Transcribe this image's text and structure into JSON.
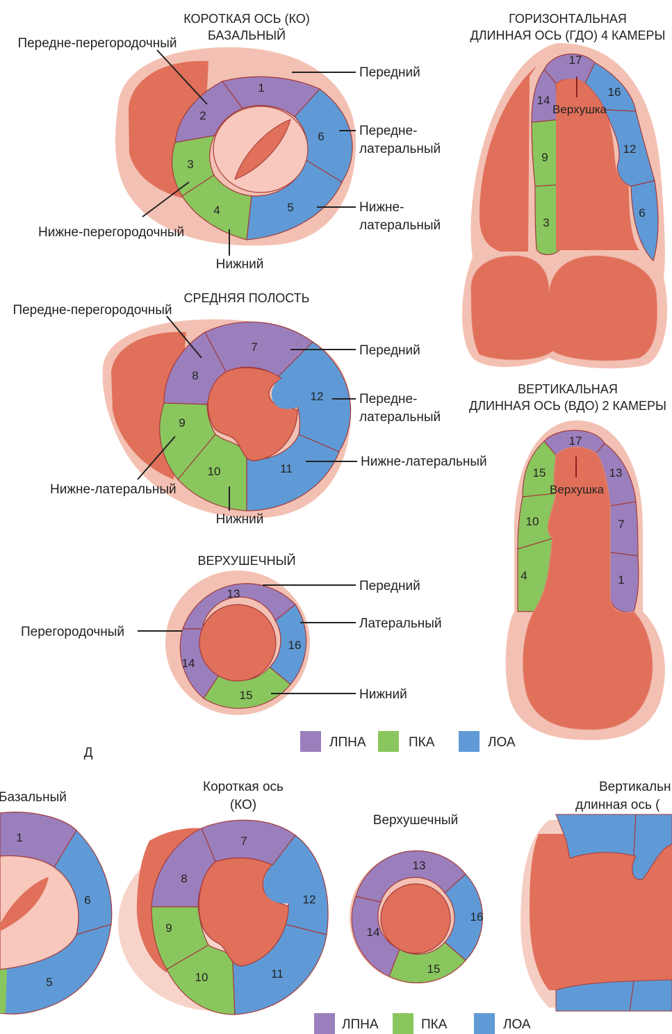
{
  "colors": {
    "lpna": "#9b7fbd",
    "pka": "#8ac65e",
    "loa": "#5f9ad6",
    "myocardium": "#e0705a",
    "pericardium": "#f3c1b3",
    "inner_light": "#f7c8bb",
    "border": "#a33a3a"
  },
  "top": {
    "basal": {
      "title_1": "КОРОТКАЯ ОСЬ (КО)",
      "title_2": "БАЗАЛЬНЫЙ",
      "label_anteroseptal": "Передне-перегородочный",
      "label_anterior": "Передний",
      "label_anterolateral_1": "Передне-",
      "label_anterolateral_2": "латеральный",
      "label_inferolateral_1": "Нижне-",
      "label_inferolateral_2": "латеральный",
      "label_inferoseptal": "Нижне-перегородочный",
      "label_inferior": "Нижний",
      "segments": [
        "1",
        "2",
        "3",
        "4",
        "5",
        "6"
      ]
    },
    "mid": {
      "title": "СРЕДНЯЯ ПОЛОСТЬ",
      "label_anteroseptal": "Передне-перегородочный",
      "label_anterior": "Передний",
      "label_anterolateral_1": "Передне-",
      "label_anterolateral_2": "латеральный",
      "label_inferolateral": "Нижне-латеральный",
      "label_inferoseptal": "Нижне-латеральный",
      "label_inferior": "Нижний",
      "segments": [
        "7",
        "8",
        "9",
        "10",
        "11",
        "12"
      ]
    },
    "apical": {
      "title": "ВЕРХУШЕЧНЫЙ",
      "label_anterior": "Передний",
      "label_lateral": "Латеральный",
      "label_septal": "Перегородочный",
      "label_inferior": "Нижний",
      "segments": [
        "13",
        "14",
        "15",
        "16"
      ]
    },
    "hla": {
      "title_1": "ГОРИЗОНТАЛЬНАЯ",
      "title_2": "ДЛИННАЯ ОСЬ (ГДО) 4 КАМЕРЫ",
      "apex_label": "Верхушка",
      "segments": [
        "17",
        "14",
        "16",
        "9",
        "12",
        "3",
        "6"
      ]
    },
    "vla": {
      "title_1": "ВЕРТИКАЛЬНАЯ",
      "title_2": "ДЛИННАЯ ОСЬ (ВДО) 2 КАМЕРЫ",
      "apex_label": "Верхушка",
      "segments": [
        "17",
        "15",
        "13",
        "10",
        "7",
        "4",
        "1"
      ]
    },
    "legend": [
      "ЛПНА",
      "ПКА",
      "ЛОА"
    ]
  },
  "panel_letter": "Д",
  "bottom": {
    "basal_title": "Базальный",
    "short_axis_title_1": "Короткая ось",
    "short_axis_title_2": "(КО)",
    "apical_title": "Верхушечный",
    "vertical_title_1": "Вертикальн",
    "vertical_title_2": "длинная ось (",
    "basal_segments": [
      "1",
      "6",
      "5"
    ],
    "mid_segments": [
      "7",
      "8",
      "12",
      "9",
      "10",
      "11"
    ],
    "apical_segments": [
      "13",
      "14",
      "16",
      "15"
    ],
    "legend": [
      "ЛПНА",
      "ПКА",
      "ЛОА"
    ]
  }
}
